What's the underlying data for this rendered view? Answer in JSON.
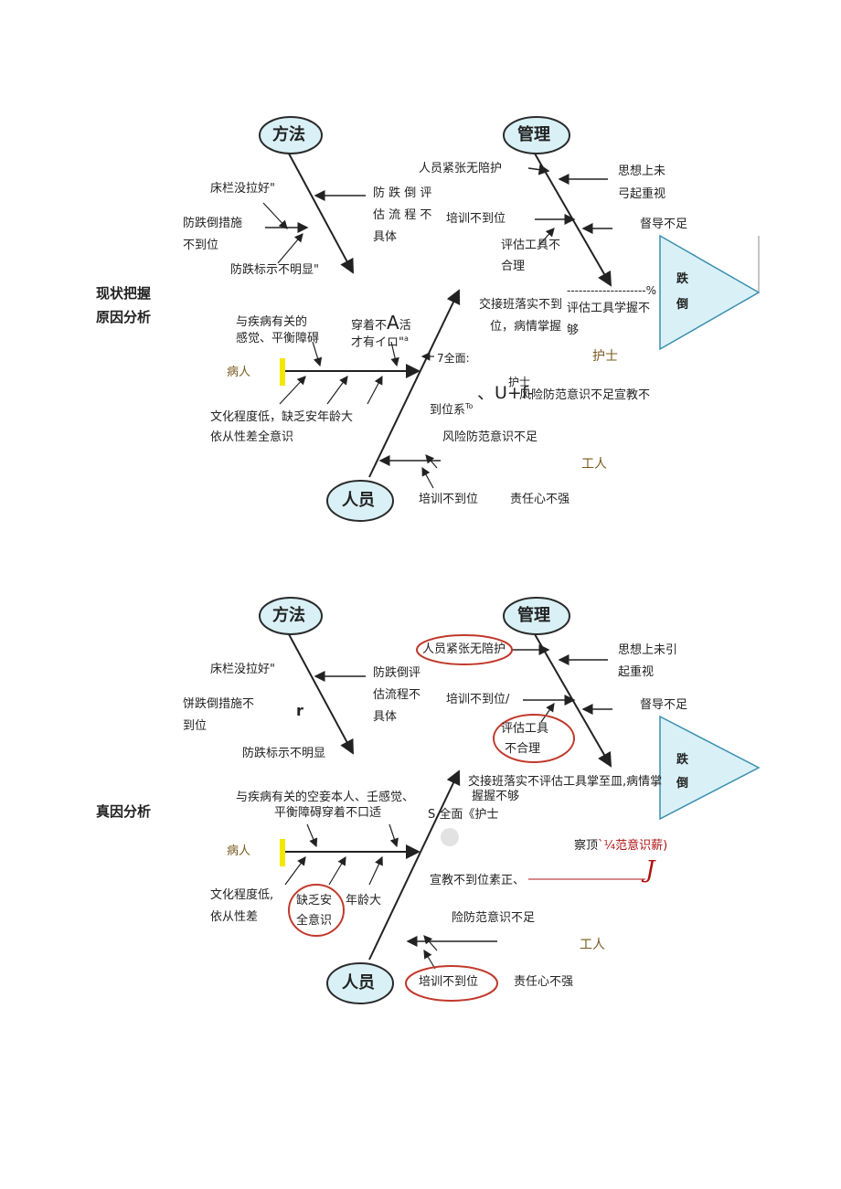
{
  "colors": {
    "bubble_fill": "#d9f1f6",
    "bubble_stroke": "#2a2a2a",
    "tri_fill": "#d9f1f6",
    "circle_red": "#c0392b",
    "yellow": "#f5e600",
    "brown": "#7a5a1e"
  },
  "diagram1": {
    "side_label_1": "现状把握",
    "side_label_2": "原因分析",
    "bubble_method": "方法",
    "bubble_mgmt": "管理",
    "bubble_people": "人员",
    "head_1": "跌",
    "head_2": "倒",
    "patient": "病人",
    "nurse": "护士",
    "worker": "工人",
    "m_bedrail": "床栏没拉好\"",
    "m_measure_1": "防跌倒措施",
    "m_measure_2": "不到位",
    "m_sign": "防跌标示不明显\"",
    "m_eval_1": "防 跌 倒 评",
    "m_eval_2": "估 流 程 不",
    "m_eval_3": "具体",
    "g_tense": "人员紧张无陪护",
    "g_training": "培训不到位",
    "g_tool_1": "评估工具不",
    "g_tool_2": "合理",
    "g_thought_1": "思想上未",
    "g_thought_2": "弓起重视",
    "g_supervise": "督导不足",
    "g_dash": "--------------------%",
    "g_grasp_1": "评估工具学握不",
    "g_grasp_2": "够",
    "p_disease_1": "与疾病有关的",
    "p_disease_2": "感觉、平衡障碍",
    "p_clothes_1": "穿着不",
    "p_clothes_big": "A",
    "p_clothes_2": "活",
    "p_clothes_3": "才有イロ\"",
    "p_clothes_4": "a",
    "p_edu_1": "文化程度低，缺乏安年龄大",
    "p_edu_2": "依从性差全意识",
    "n_handover_1": "交接班落实不到",
    "n_handover_2": "位，病情掌握",
    "n_whole": "7全面:",
    "n_nurse_small": "护士",
    "n_place": "到位系",
    "n_place_small": "To",
    "n_big": "U+f-",
    "n_risk_edu": "风险防范意识不足宣教不",
    "w_risk": "风险防范意识不足",
    "w_training": "培训不到位",
    "w_duty": "责任心不强"
  },
  "diagram2": {
    "side_label": "真因分析",
    "bubble_method": "方法",
    "bubble_mgmt": "管理",
    "bubble_people": "人员",
    "head_1": "跌",
    "head_2": "倒",
    "patient": "病人",
    "worker": "工人",
    "m_bedrail": "床栏没拉好\"",
    "m_measure_1": "饼跌倒措施不",
    "m_measure_2": "到位",
    "m_mark": "r",
    "m_sign": "防跌标示不明显",
    "m_eval_1": "防跌倒评",
    "m_eval_2": "估流程不",
    "m_eval_3": "具体",
    "g_tense": "人员紧张无陪护",
    "g_training": "培训不到位/",
    "g_tool_1": "评估工具",
    "g_tool_2": "不合理",
    "g_thought_1": "思想上未引",
    "g_thought_2": "起重视",
    "g_supervise": "督导不足",
    "g_handover_1": "交接班落实不评估工具掌至皿,病情掌",
    "g_handover_2": "握握不够",
    "p_disease_1": "与疾病有关的空妾本人、壬感觉、",
    "p_disease_2": "平衡障碍穿着不口适",
    "n_whole": "S 全面《护士",
    "n_aware": "察顶",
    "n_aware_2": "`¼范意识薪)",
    "n_edu": "宣教不到位素正、",
    "n_big_j": "J",
    "p_edu_1": "文化程度低,",
    "p_edu_2": "依从性差",
    "p_lack_1": "缺乏安",
    "p_lack_2": "全意识",
    "p_age": "年龄大",
    "w_risk": "险防范意识不足",
    "w_training": "培训不到位",
    "w_duty": "责任心不强"
  }
}
